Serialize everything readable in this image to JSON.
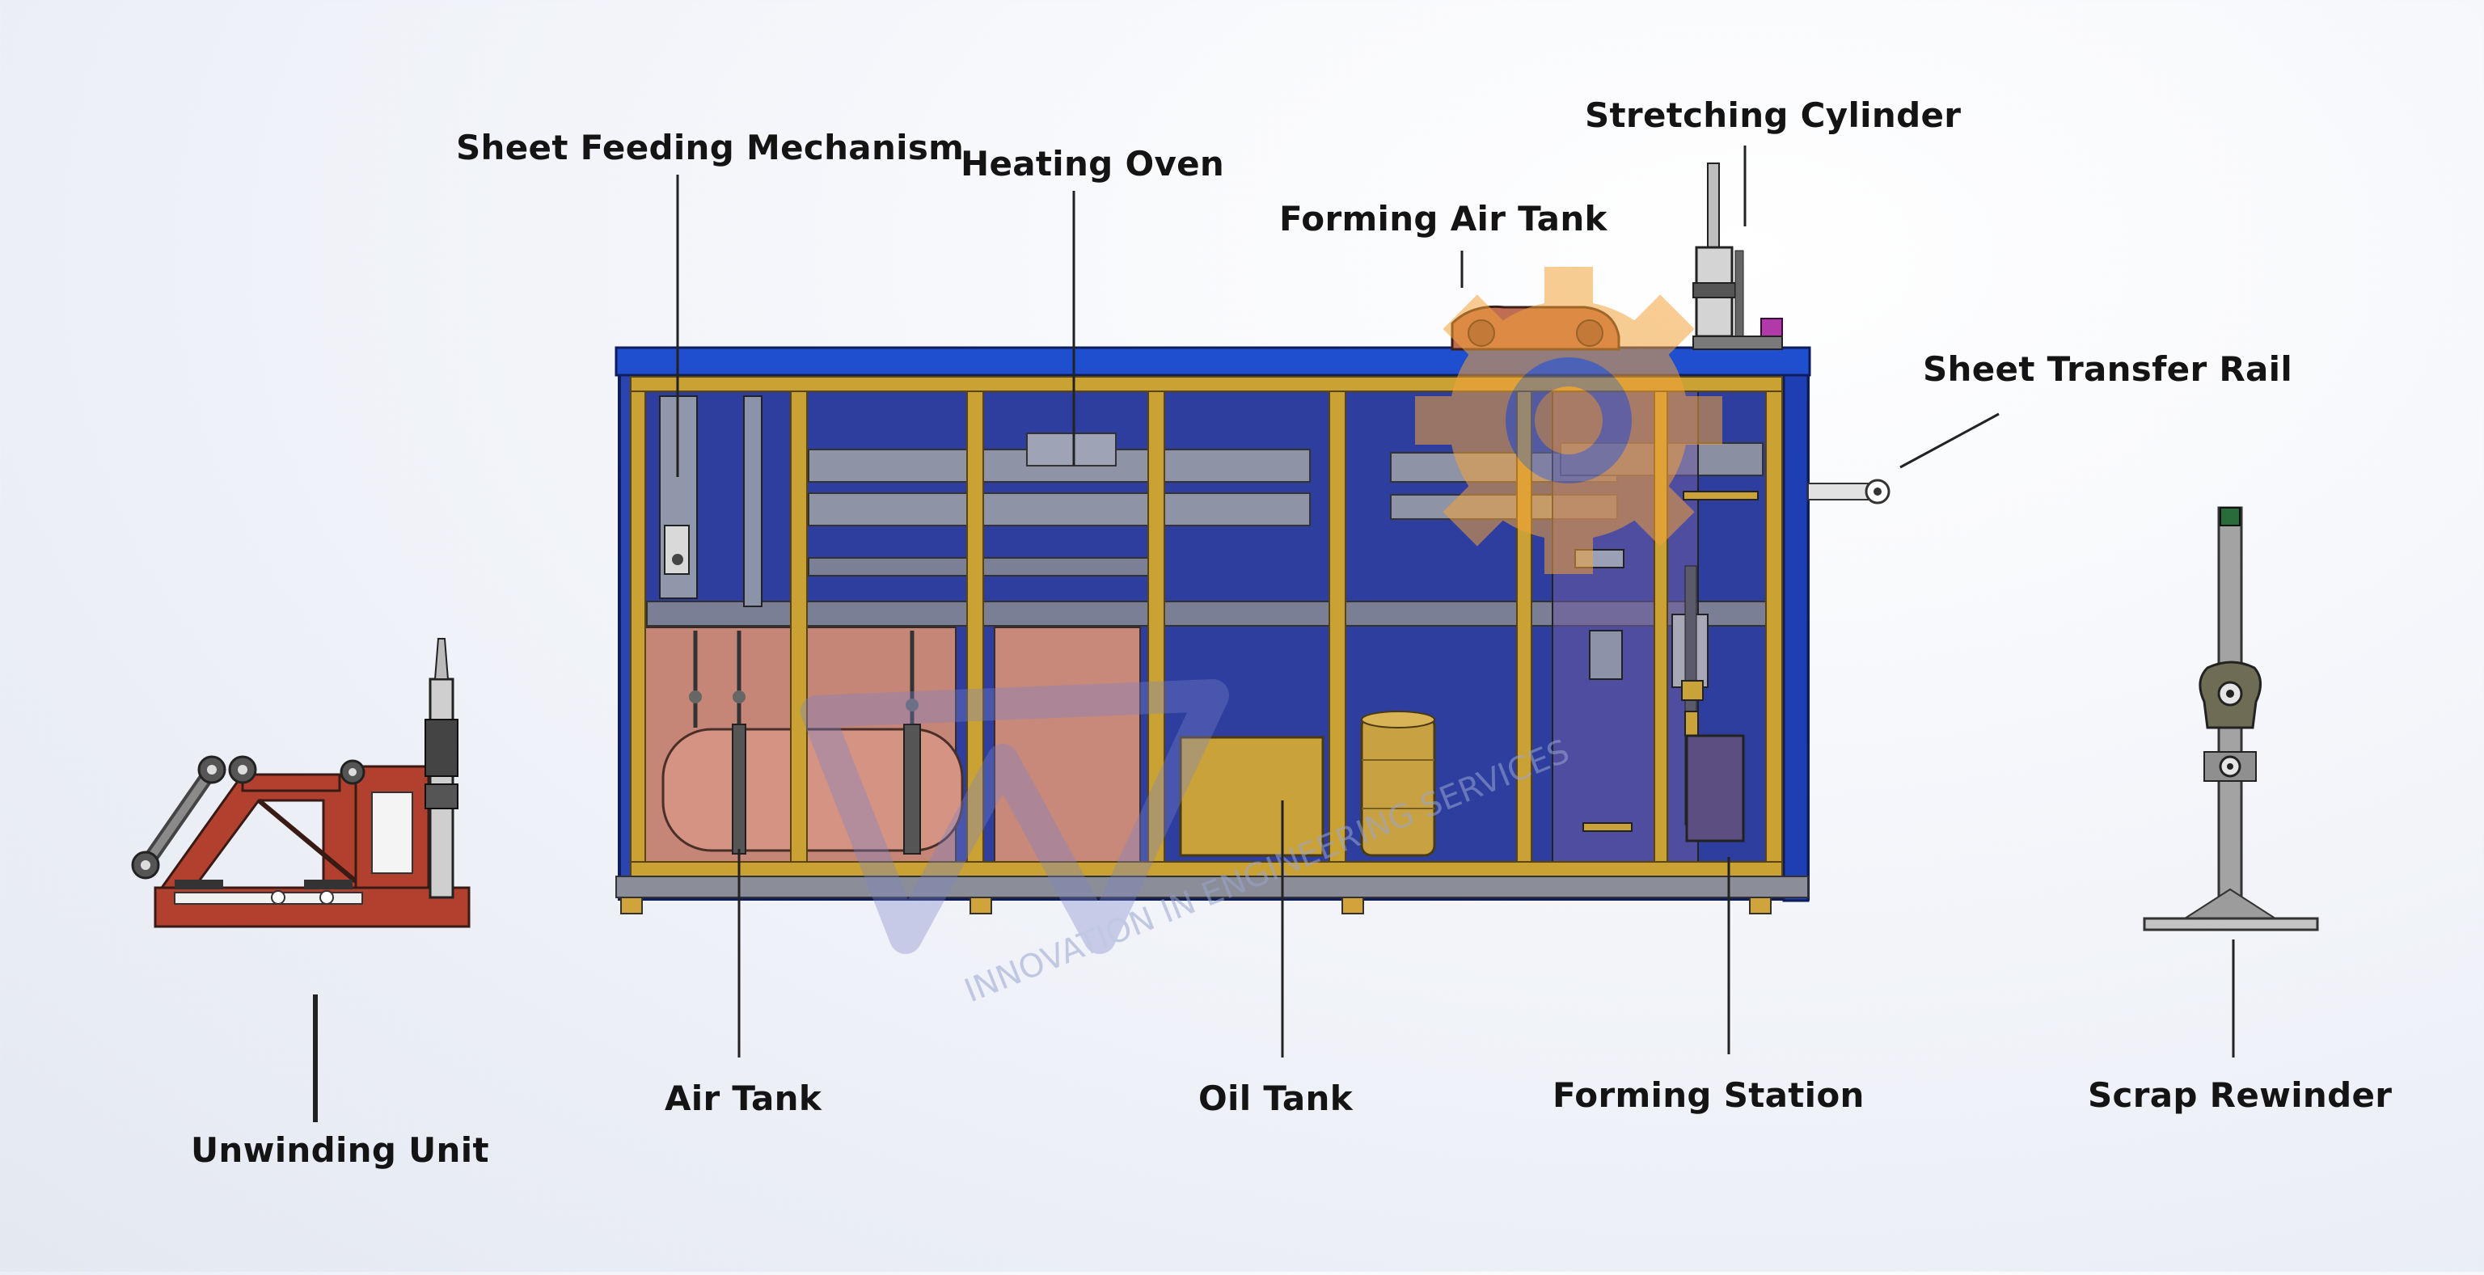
{
  "labels": {
    "sheet_feeding_mechanism": "Sheet Feeding Mechanism",
    "heating_oven": "Heating Oven",
    "forming_air_tank": "Forming Air Tank",
    "stretching_cylinder": "Stretching Cylinder",
    "sheet_transfer_rail": "Sheet Transfer Rail",
    "unwinding_unit": "Unwinding Unit",
    "air_tank": "Air Tank",
    "oil_tank": "Oil Tank",
    "forming_station": "Forming Station",
    "scrap_rewinder": "Scrap Rewinder"
  },
  "watermark": {
    "text": "INNOVATION IN ENGINEERING SERVICES"
  },
  "colors": {
    "frame_blue": "#1e3fb3",
    "frame_gold": "#c9a233",
    "unwinder_red": "#b2402f",
    "tank_salmon": "#cf8a78",
    "rewinder_gray": "#9a9a9a",
    "gear_orange": "#f2a33a"
  }
}
